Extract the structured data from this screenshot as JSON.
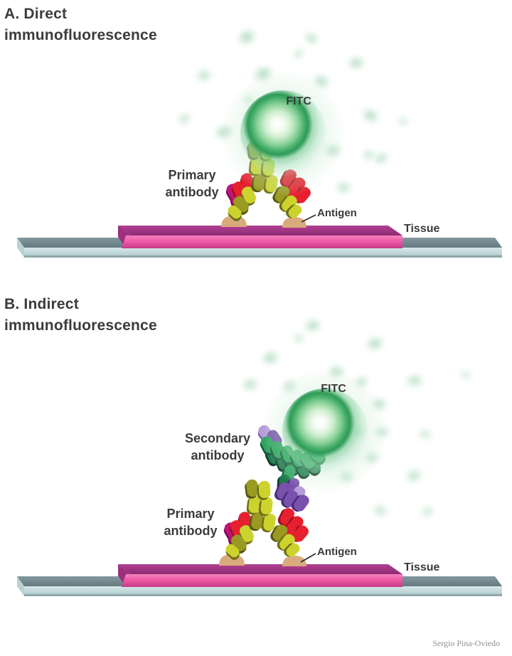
{
  "figure": {
    "credit": "Sergio Pina-Oviedo",
    "colors": {
      "fluorophore_green": "#2f9b57",
      "antibody_yellow": "#ccd32d",
      "antibody_red": "#e6202e",
      "antibody_magenta": "#c11379",
      "secondary_green": "#2aa35c",
      "secondary_purple": "#7a52ad",
      "antigen_tan": "#d9aa7c",
      "tissue_pink": "#ee5aa6",
      "slide_blue": "#bdd5d7",
      "text_dark": "#3b3b3b"
    },
    "panels": [
      {
        "id": "A",
        "title_line1": "A. Direct",
        "title_line2": "immunofluorescence",
        "fitc_label": "FITC",
        "primary_line1": "Primary",
        "primary_line2": "antibody",
        "antigen_label": "Antigen",
        "tissue_label": "Tissue",
        "splashes": [
          [
            347,
            52,
            36,
            28,
            0.45
          ],
          [
            438,
            54,
            28,
            22,
            0.4
          ],
          [
            501,
            88,
            32,
            25,
            0.45
          ],
          [
            287,
            106,
            30,
            24,
            0.4
          ],
          [
            370,
            104,
            36,
            28,
            0.5
          ],
          [
            452,
            114,
            32,
            25,
            0.45
          ],
          [
            259,
            167,
            28,
            22,
            0.35
          ],
          [
            315,
            185,
            36,
            27,
            0.45
          ],
          [
            521,
            162,
            34,
            25,
            0.45
          ],
          [
            567,
            170,
            24,
            19,
            0.3
          ],
          [
            468,
            211,
            32,
            25,
            0.45
          ],
          [
            518,
            217,
            26,
            21,
            0.35
          ],
          [
            536,
            222,
            30,
            23,
            0.4
          ],
          [
            483,
            263,
            30,
            23,
            0.4
          ],
          [
            350,
            140,
            26,
            20,
            0.3
          ],
          [
            420,
            75,
            24,
            19,
            0.3
          ]
        ],
        "ball": [
          398,
          187
        ],
        "fitc_pos": [
          420,
          134
        ],
        "primary_pos": [
          270,
          234
        ],
        "antigen_pos": [
          446,
          291
        ],
        "tissue_pos": [
          568,
          313
        ]
      },
      {
        "id": "B",
        "title_line1": "B. Indirect",
        "title_line2": "immunofluorescence",
        "fitc_label": "FITC",
        "secondary_line1": "Secondary",
        "secondary_line2": "antibody",
        "primary_line1": "Primary",
        "primary_line2": "antibody",
        "antigen_label": "Antigen",
        "tissue_label": "Tissue",
        "splashes": [
          [
            440,
            457,
            32,
            25,
            0.45
          ],
          [
            380,
            503,
            34,
            26,
            0.45
          ],
          [
            527,
            483,
            34,
            26,
            0.45
          ],
          [
            473,
            522,
            32,
            25,
            0.45
          ],
          [
            352,
            540,
            32,
            25,
            0.4
          ],
          [
            407,
            543,
            30,
            24,
            0.4
          ],
          [
            508,
            537,
            28,
            22,
            0.4
          ],
          [
            583,
            535,
            34,
            26,
            0.4
          ],
          [
            533,
            568,
            30,
            24,
            0.45
          ],
          [
            655,
            527,
            26,
            20,
            0.25
          ],
          [
            505,
            607,
            26,
            21,
            0.35
          ],
          [
            537,
            607,
            30,
            24,
            0.4
          ],
          [
            598,
            610,
            28,
            22,
            0.3
          ],
          [
            523,
            643,
            30,
            24,
            0.4
          ],
          [
            582,
            668,
            32,
            25,
            0.4
          ],
          [
            487,
            670,
            30,
            24,
            0.4
          ],
          [
            535,
            717,
            30,
            23,
            0.35
          ],
          [
            601,
            719,
            28,
            22,
            0.3
          ],
          [
            420,
            475,
            24,
            19,
            0.3
          ]
        ],
        "ball": [
          457,
          606
        ],
        "fitc_pos": [
          469,
          538
        ],
        "secondary_pos": [
          306,
          604
        ],
        "primary_pos": [
          268,
          710
        ],
        "antigen_pos": [
          446,
          767
        ],
        "tissue_pos": [
          568,
          789
        ]
      }
    ]
  }
}
